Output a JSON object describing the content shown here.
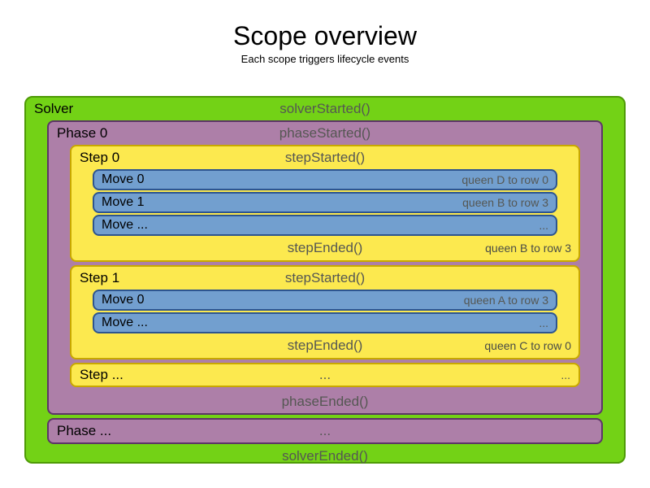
{
  "title": "Scope overview",
  "subtitle": "Each scope triggers lifecycle events",
  "colors": {
    "solver_fill": "#73d216",
    "solver_border": "#4e9a06",
    "phase_fill": "#ad7fa8",
    "phase_border": "#5c3566",
    "step_fill": "#fce94f",
    "step_border": "#c8a800",
    "move_fill": "#729fcf",
    "move_border": "#2d5590",
    "event_text": "#555753",
    "label_text": "#000000"
  },
  "solver": {
    "label": "Solver",
    "started_event": "solverStarted()",
    "ended_event": "solverEnded()",
    "phase": {
      "label": "Phase 0",
      "started_event": "phaseStarted()",
      "ended_event": "phaseEnded()",
      "steps": [
        {
          "label": "Step 0",
          "started_event": "stepStarted()",
          "ended_event": "stepEnded()",
          "ended_annotation": "queen B to row 3",
          "moves": [
            {
              "label": "Move 0",
              "annotation": "queen D to row 0"
            },
            {
              "label": "Move 1",
              "annotation": "queen B to row 3"
            },
            {
              "label": "Move ...",
              "annotation": "..."
            }
          ]
        },
        {
          "label": "Step 1",
          "started_event": "stepStarted()",
          "ended_event": "stepEnded()",
          "ended_annotation": "queen C to row 0",
          "moves": [
            {
              "label": "Move 0",
              "annotation": "queen A to row 3"
            },
            {
              "label": "Move ...",
              "annotation": "..."
            }
          ]
        }
      ],
      "more_steps": {
        "label": "Step ...",
        "center": "...",
        "right": "..."
      }
    },
    "more_phase": {
      "label": "Phase ...",
      "center": "..."
    }
  }
}
